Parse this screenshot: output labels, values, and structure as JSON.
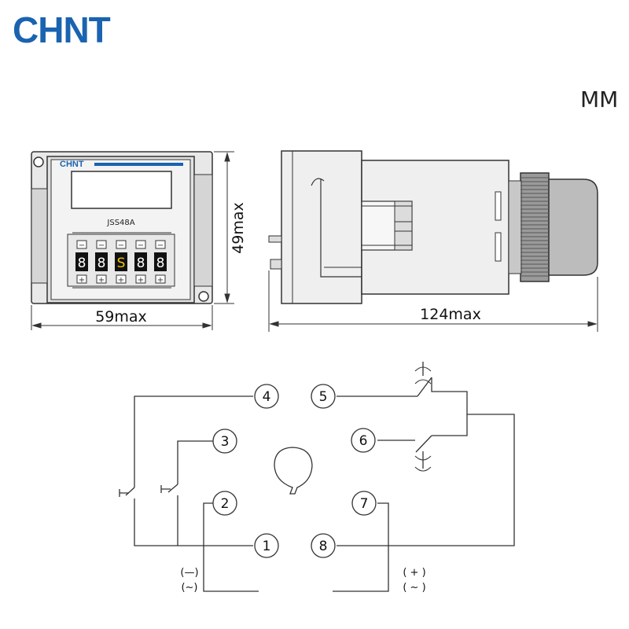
{
  "brand": {
    "logo_text": "CHNT",
    "color": "#1a63b0"
  },
  "unit_label": "MM",
  "front_view": {
    "panel_brand": "CHNT",
    "model": "JSS48A",
    "digits": [
      "8",
      "8",
      "S",
      "8",
      "8"
    ],
    "minus_symbol": "−",
    "plus_symbol": "+",
    "width_label": "59max",
    "height_label": "49max"
  },
  "side_view": {
    "length_label": "124max"
  },
  "wiring": {
    "terminals": [
      "1",
      "2",
      "3",
      "4",
      "5",
      "6",
      "7",
      "8"
    ],
    "left_polarity": [
      "(—)",
      "(~)"
    ],
    "right_polarity": [
      "( + )",
      "( ~ )"
    ]
  }
}
